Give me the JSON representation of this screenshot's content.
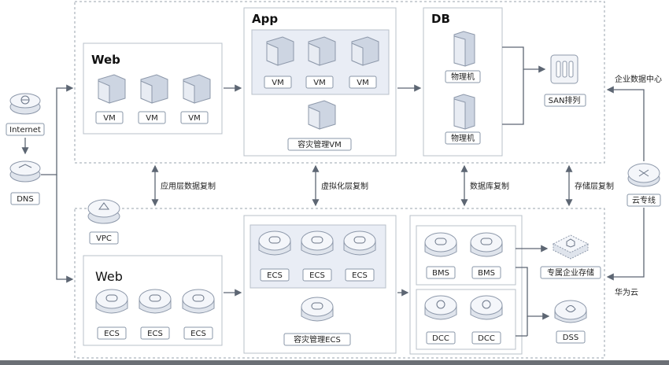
{
  "top": {
    "web_title": "Web",
    "app_title": "App",
    "db_title": "DB",
    "vm_label": "VM",
    "dr_vm_label": "容灾管理VM",
    "physical_label": "物理机",
    "san_label": "SAN排列"
  },
  "left": {
    "internet": "Internet",
    "dns": "DNS",
    "vpc": "VPC"
  },
  "right": {
    "enterprise_dc": "企业数据中心",
    "cloud_line": "云专线",
    "huawei_cloud": "华为云"
  },
  "replication": {
    "app_layer": "应用层数据复制",
    "virtual_layer": "虚拟化层复制",
    "database": "数据库复制",
    "storage_layer": "存储层复制"
  },
  "bottom": {
    "web_title": "Web",
    "ecs_label": "ECS",
    "dr_ecs_label": "容灾管理ECS",
    "bms_label": "BMS",
    "dcc_label": "DCC",
    "exclusive_storage": "专属企业存储",
    "dss": "DSS"
  },
  "colors": {
    "border_dashed": "#9aa3ad",
    "tint_panel": "#e9edf5",
    "icon_fill": "#cdd5e2"
  }
}
